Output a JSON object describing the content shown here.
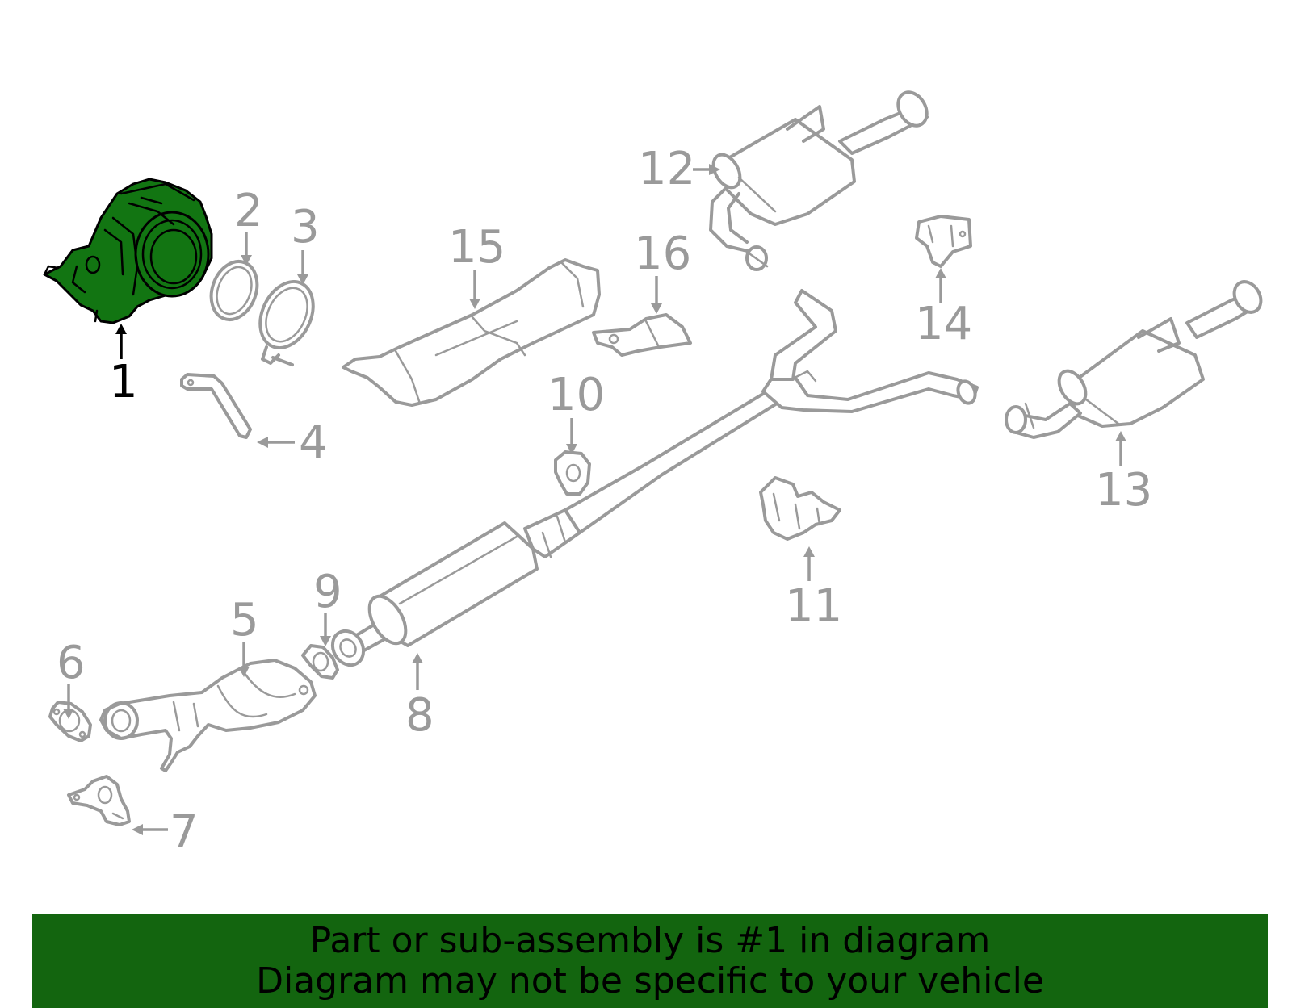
{
  "callouts": [
    "1",
    "2",
    "3",
    "4",
    "5",
    "6",
    "7",
    "8",
    "9",
    "10",
    "11",
    "12",
    "13",
    "14",
    "15",
    "16"
  ],
  "highlighted_part": "1",
  "colors": {
    "highlight_fill": "#127512",
    "part_stroke": "#9a9a9a",
    "banner_background": "#13650f"
  },
  "banner": {
    "line1": "Part or sub-assembly is #1 in diagram",
    "line2": "Diagram may not be specific to your vehicle"
  }
}
